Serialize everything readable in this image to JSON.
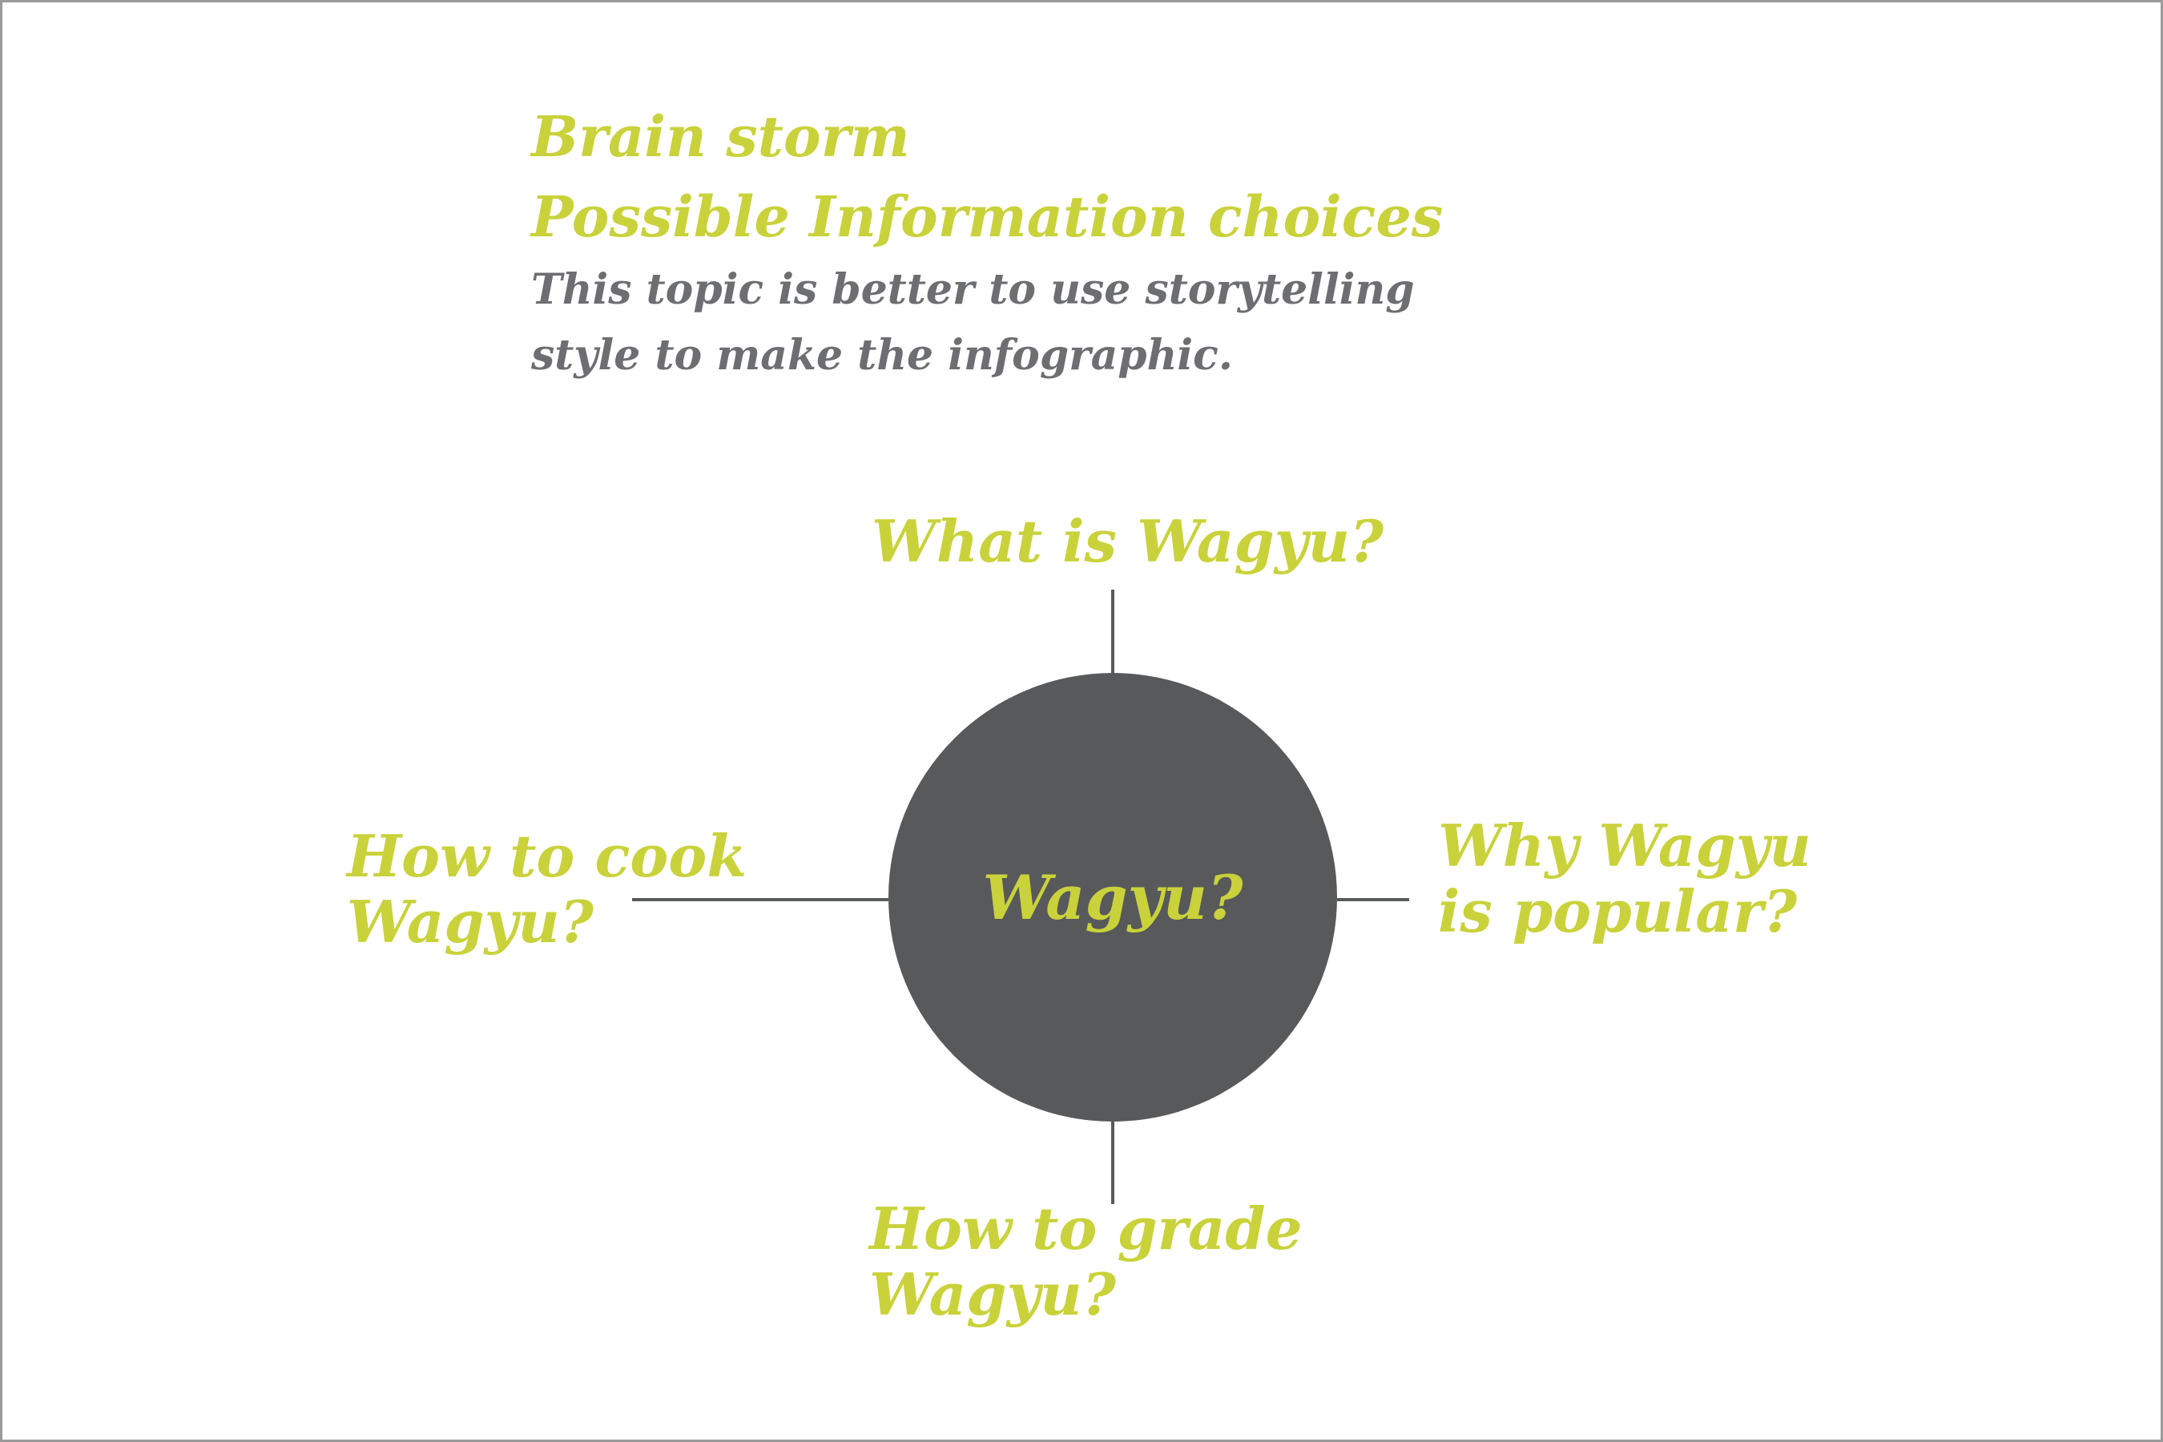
{
  "header": {
    "title_lines": [
      "Brain storm",
      "Possible Information choices"
    ],
    "subtitle_lines": [
      "This topic is better to use storytelling",
      "style to make the infographic."
    ]
  },
  "mindmap": {
    "center": "Wagyu?",
    "top": [
      "What is Wagyu?"
    ],
    "right": [
      "Why Wagyu",
      "is popular?"
    ],
    "bottom": [
      "How to grade",
      "Wagyu?"
    ],
    "left": [
      "How to cook",
      "Wagyu?"
    ]
  },
  "colors": {
    "accent": "#c9d23a",
    "subtitle": "#6d6e71",
    "circle": "#58595b",
    "connector": "#58595b",
    "border": "#9a9a9a"
  }
}
